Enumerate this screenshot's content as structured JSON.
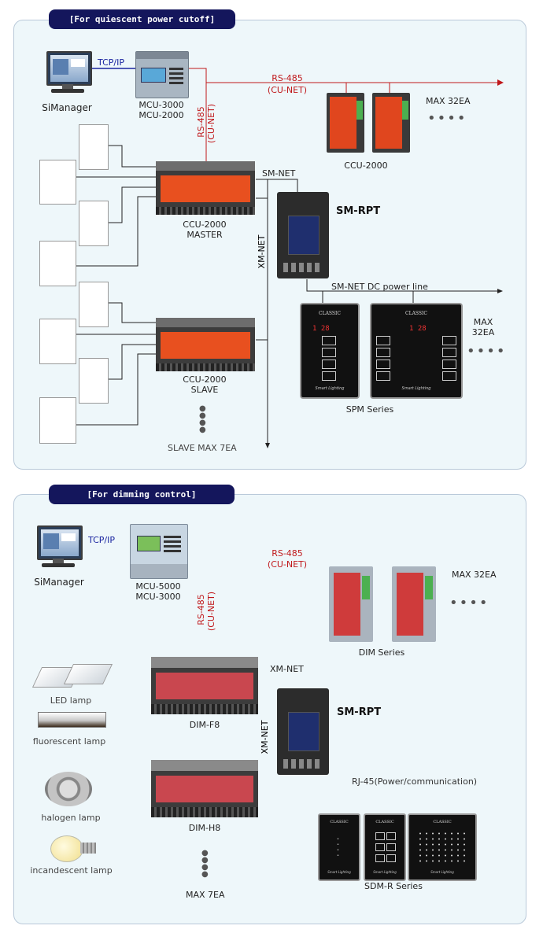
{
  "section1": {
    "tab": "[For quiescent power cutoff]",
    "simanager": "SiManager",
    "tcpip": "TCP/IP",
    "mcu": [
      "MCU-3000",
      "MCU-2000"
    ],
    "rs485_top": "RS-485",
    "cunet_top": "(CU-NET)",
    "rs485_vert": "RS-485",
    "cunet_vert": "(CU-NET)",
    "ccu_right": "CCU-2000",
    "max32": "MAX 32EA",
    "smnet": "SM-NET",
    "ccu_master": [
      "CCU-2000",
      "MASTER"
    ],
    "xmnet": "XM-NET",
    "smrpt": "SM-RPT",
    "smnet_dc": "SM-NET  DC power line",
    "max32_right": [
      "MAX",
      "32EA"
    ],
    "ccu_slave": [
      "CCU-2000",
      "SLAVE"
    ],
    "spm": "SPM Series",
    "slave_max": "SLAVE MAX 7EA",
    "panel_brand": "CLASSIC",
    "panel_disp1": "1   28",
    "panel_disp2": "1   28",
    "panel_sign": "Smart Lighting"
  },
  "section2": {
    "tab": "[For dimming control]",
    "simanager": "SiManager",
    "tcpip": "TCP/IP",
    "mcu": [
      "MCU-5000",
      "MCU-3000"
    ],
    "rs485_top": "RS-485",
    "cunet_top": "(CU-NET)",
    "rs485_vert": "RS-485",
    "cunet_vert": "(CU-NET)",
    "max32": "MAX 32EA",
    "dim_series": "DIM Series",
    "xmnet": "XM-NET",
    "xmnet_vert": "XM-NET",
    "led": "LED lamp",
    "dimf8": "DIM-F8",
    "smrpt": "SM-RPT",
    "fluorescent": "fluorescent lamp",
    "rj45": "RJ-45(Power/communication)",
    "halogen": "halogen lamp",
    "dimh8": "DIM-H8",
    "incandescent": "incandescent lamp",
    "max7": "MAX 7EA",
    "sdmr": "SDM-R Series",
    "panel_brand": "CLASSIC",
    "panel_sign": "Smart Lighting"
  },
  "colors": {
    "tab_bg": "#14165c",
    "rs485_line": "#c0181b",
    "tcp_line": "#1a25a0",
    "panel_bg": "#eef7fa"
  }
}
